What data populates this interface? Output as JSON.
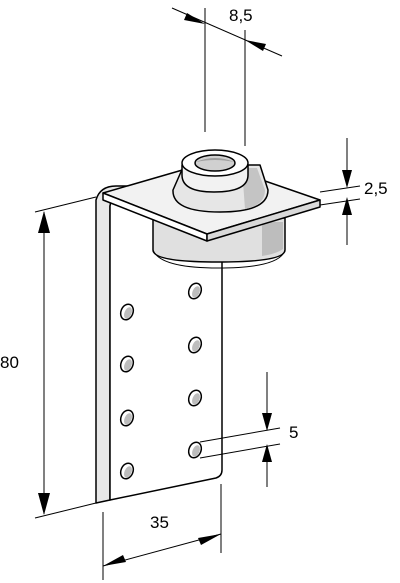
{
  "dimensions": {
    "bore_diameter": "8,5",
    "plate_thickness": "2,5",
    "height": "80",
    "hole_spacing": "5",
    "width": "35"
  },
  "colors": {
    "line": "#000000",
    "background": "#ffffff",
    "shade_light": "#f2f2f2",
    "shade_mid": "#d9d9d9",
    "shade_dark": "#bdbdbd"
  }
}
